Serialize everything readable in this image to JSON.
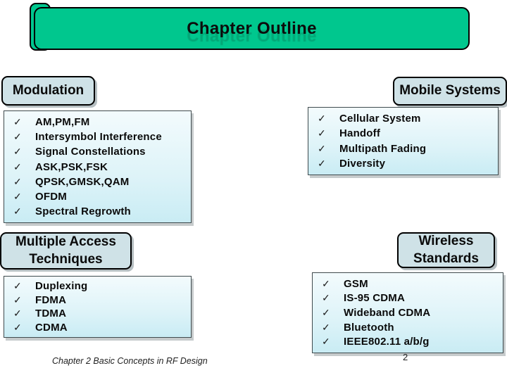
{
  "slide": {
    "title": "Chapter Outline",
    "footer": "Chapter 2 Basic Concepts in RF Design",
    "page_number": "2",
    "bullet_icon": "✓"
  },
  "colors": {
    "title_green": "#00C78E",
    "header_fill": "#CFE2E7",
    "list_gradient_top": "#F3FBFD",
    "list_gradient_bottom": "#C9ECF4",
    "border": "#000000"
  },
  "sections": [
    {
      "id": "modulation",
      "title": "Modulation",
      "items": [
        "AM,PM,FM",
        "Intersymbol Interference",
        "Signal Constellations",
        "ASK,PSK,FSK",
        "QPSK,GMSK,QAM",
        "OFDM",
        "Spectral Regrowth"
      ]
    },
    {
      "id": "mobile-systems",
      "title": "Mobile Systems",
      "items": [
        "Cellular System",
        "Handoff",
        "Multipath Fading",
        "Diversity"
      ]
    },
    {
      "id": "multiple-access",
      "title": "Multiple Access Techniques",
      "items": [
        "Duplexing",
        "FDMA",
        "TDMA",
        "CDMA"
      ]
    },
    {
      "id": "wireless-standards",
      "title": "Wireless Standards",
      "items": [
        "GSM",
        "IS-95 CDMA",
        "Wideband CDMA",
        "Bluetooth",
        "IEEE802.11 a/b/g"
      ]
    }
  ]
}
